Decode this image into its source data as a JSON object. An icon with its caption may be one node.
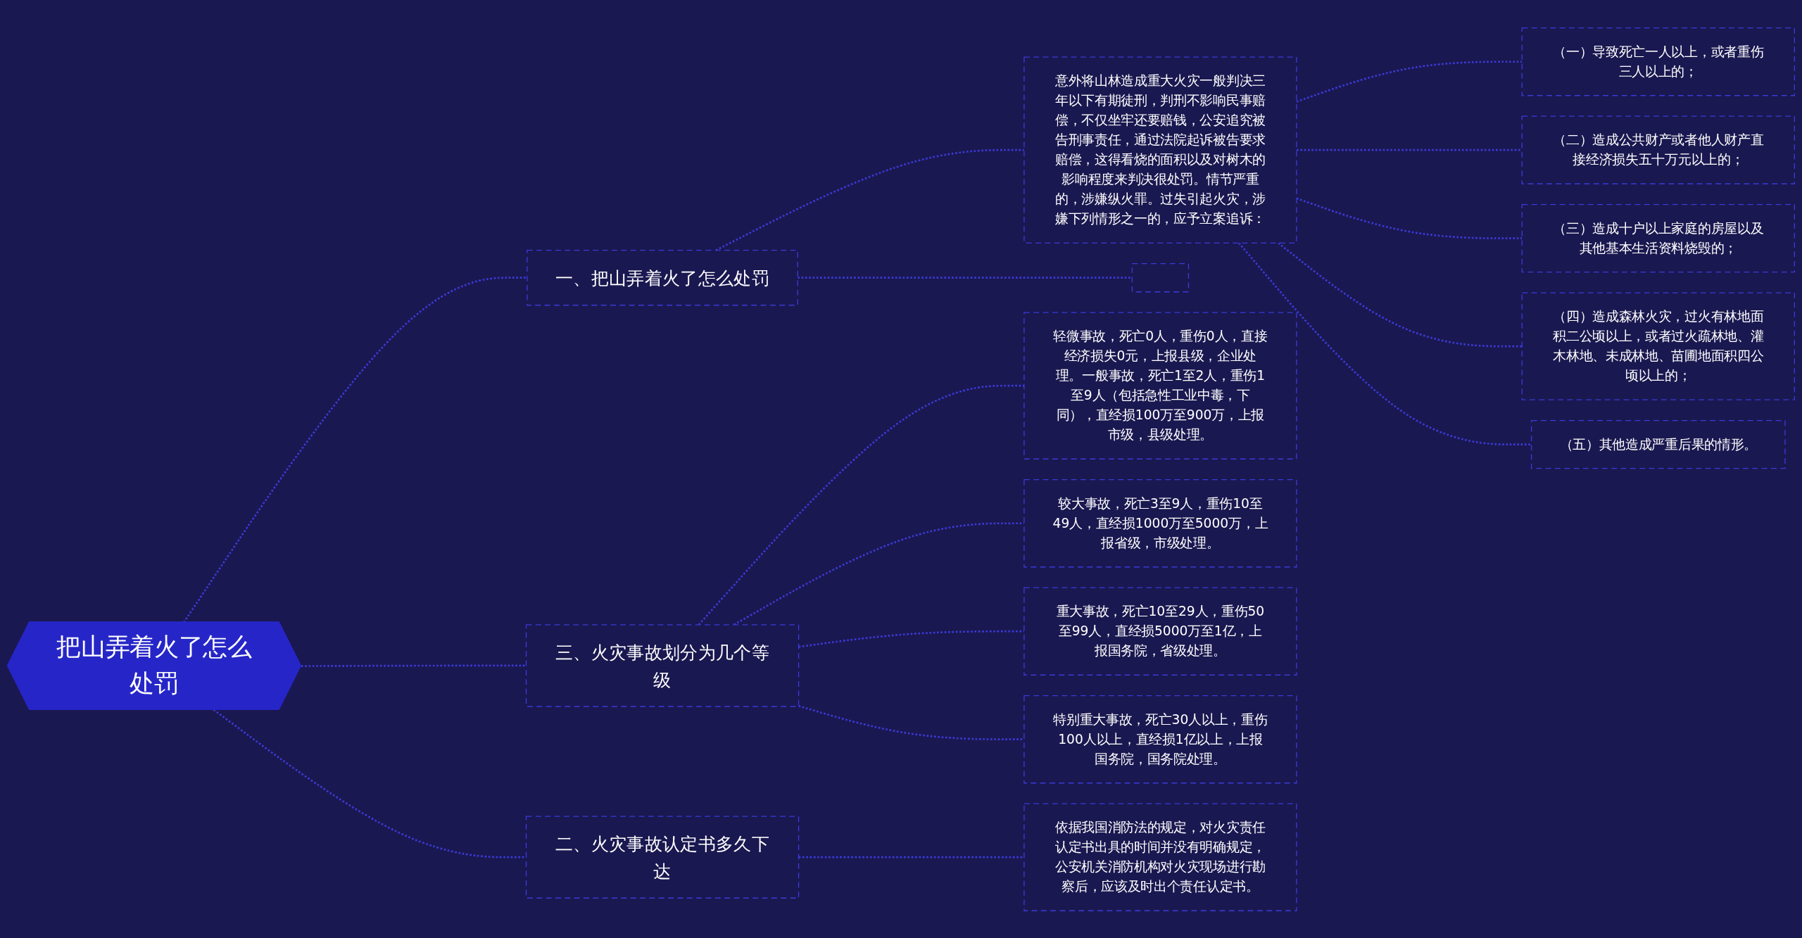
{
  "diagram": {
    "nodes": [
      {
        "text": [
          "把山弄着火了怎么处罚"
        ]
      },
      {
        "text": [
          "一、把山弄着火了怎么处罚"
        ]
      },
      {
        "text": [
          "意外将山林造成重大火灾一般判决三年以下有期徒刑，判刑不影响民事赔偿，不仅坐牢还要赔钱，公安追究被告刑事责任，通过法院起诉被告要求赔偿，这得看烧的面积以及对树木的影响程度来判决很处罚。情节严重的，涉嫌纵火罪。过失引起火灾，涉嫌下列情形之一的，应予立案追诉："
        ]
      },
      {
        "text": [
          "（一）导致死亡一人以上，或者重伤三人以上的；"
        ]
      },
      {
        "text": [
          "（二）造成公共财产或者他人财产直接经济损失五十万元以上的；"
        ]
      },
      {
        "text": [
          "（三）造成十户以上家庭的房屋以及其他基本生活资料烧毁的；"
        ]
      },
      {
        "text": [
          "（四）造成森林火灾，过火有林地面积二公顷以上，或者过火疏林地、灌木林地、未成林地、苗圃地面积四公顷以上的；"
        ]
      },
      {
        "text": [
          "（五）其他造成严重后果的情形。"
        ]
      },
      {
        "text": [],
        "shape": "box"
      },
      {
        "text": [
          "二、火灾事故认定书多久下达"
        ]
      },
      {
        "text": [
          "依据我国消防法的规定，对火灾责任认定书出具的时间并没有明确规定，公安机关消防机构对火灾现场进行勘察后，应该及时出个责任认定书。"
        ]
      },
      {
        "text": [
          "三、火灾事故划分为几个等级"
        ]
      },
      {
        "text": [
          "轻微事故，死亡0人，重伤0人，直接经济损失0元，上报县级，企业处理。一般事故，死亡1至2人，重伤1至9人（包括急性工业中毒，下同），直经损100万至900万，上报市级，县级处理。"
        ]
      },
      {
        "text": [
          "较大事故，死亡3至9人，重伤10至49人，直经损1000万至5000万，上报省级，市级处理。"
        ]
      },
      {
        "text": [
          "重大事故，死亡10至29人，重伤50至99人，直经损5000万至1亿，上报国务院，省级处理。"
        ]
      },
      {
        "text": [
          "特别重大事故，死亡30人以上，重伤100人以上，直经损1亿以上，上报国务院，国务院处理。"
        ]
      }
    ],
    "edges": [
      {
        "from": 0,
        "to": 1,
        "arrow": "none",
        "style": "dashed"
      },
      {
        "from": 1,
        "to": 2,
        "arrow": "none",
        "style": "dashed"
      },
      {
        "from": 2,
        "to": 3,
        "arrow": "none",
        "style": "dashed"
      },
      {
        "from": 2,
        "to": 4,
        "arrow": "none",
        "style": "dashed"
      },
      {
        "from": 2,
        "to": 5,
        "arrow": "none",
        "style": "dashed"
      },
      {
        "from": 2,
        "to": 6,
        "arrow": "none",
        "style": "dashed"
      },
      {
        "from": 2,
        "to": 7,
        "arrow": "none",
        "style": "dashed"
      },
      {
        "from": 1,
        "to": 8,
        "arrow": "none",
        "style": "dashed"
      },
      {
        "from": 0,
        "to": 9,
        "arrow": "none",
        "style": "dashed"
      },
      {
        "from": 9,
        "to": 10,
        "arrow": "none",
        "style": "dashed"
      },
      {
        "from": 0,
        "to": 11,
        "arrow": "none",
        "style": "dashed"
      },
      {
        "from": 11,
        "to": 12,
        "arrow": "none",
        "style": "dashed"
      },
      {
        "from": 11,
        "to": 13,
        "arrow": "none",
        "style": "dashed"
      },
      {
        "from": 11,
        "to": 14,
        "arrow": "none",
        "style": "dashed"
      },
      {
        "from": 11,
        "to": 15,
        "arrow": "none",
        "style": "dashed"
      }
    ]
  }
}
